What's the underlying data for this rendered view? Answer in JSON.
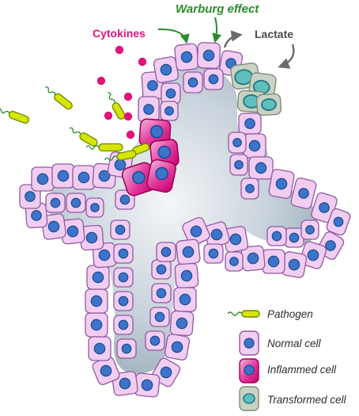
{
  "labels": {
    "cytokines": "Cytokines",
    "warburg": "Warburg effect",
    "lactate": "Lactate"
  },
  "legend": {
    "pathogen": "Pathogen",
    "normal": "Normal cell",
    "inflamed": "Inflammed cell",
    "transformed": "Transformed cell"
  },
  "colors": {
    "lumen": "#b9c6d0",
    "normal_fill": "#f2cdf2",
    "normal_stroke": "#8f5b9e",
    "nucleus": "#3b74c8",
    "inflamed_fill": "#d4127f",
    "inflamed_light": "#f6b3dd",
    "transformed_fill": "#c9d3c4",
    "transformed_nucleus": "#5fbfbf",
    "cytokine": "#e0137a",
    "pathogen_fill": "#d6e400",
    "pathogen_stroke": "#6b8a00",
    "warburg_green": "#2c8a2c",
    "lactate_arrow": "#6b6b6b"
  }
}
